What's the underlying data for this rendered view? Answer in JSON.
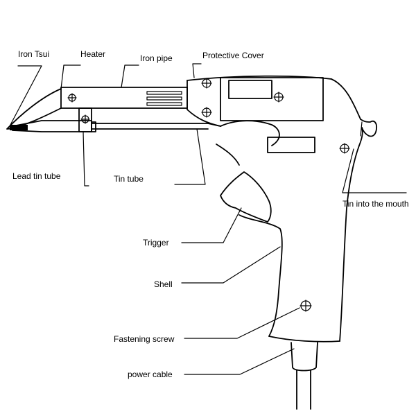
{
  "labels": {
    "iron_tsui": "Iron Tsui",
    "heater": "Heater",
    "iron_pipe": "Iron pipe",
    "protective_cover": "Protective Cover",
    "lead_tin_tube": "Lead tin tube",
    "tin_tube": "Tin tube",
    "tin_into_mouth": "Tin into the mouth",
    "trigger": "Trigger",
    "shell": "Shell",
    "fastening_screw": "Fastening screw",
    "power_cable": "power cable"
  }
}
